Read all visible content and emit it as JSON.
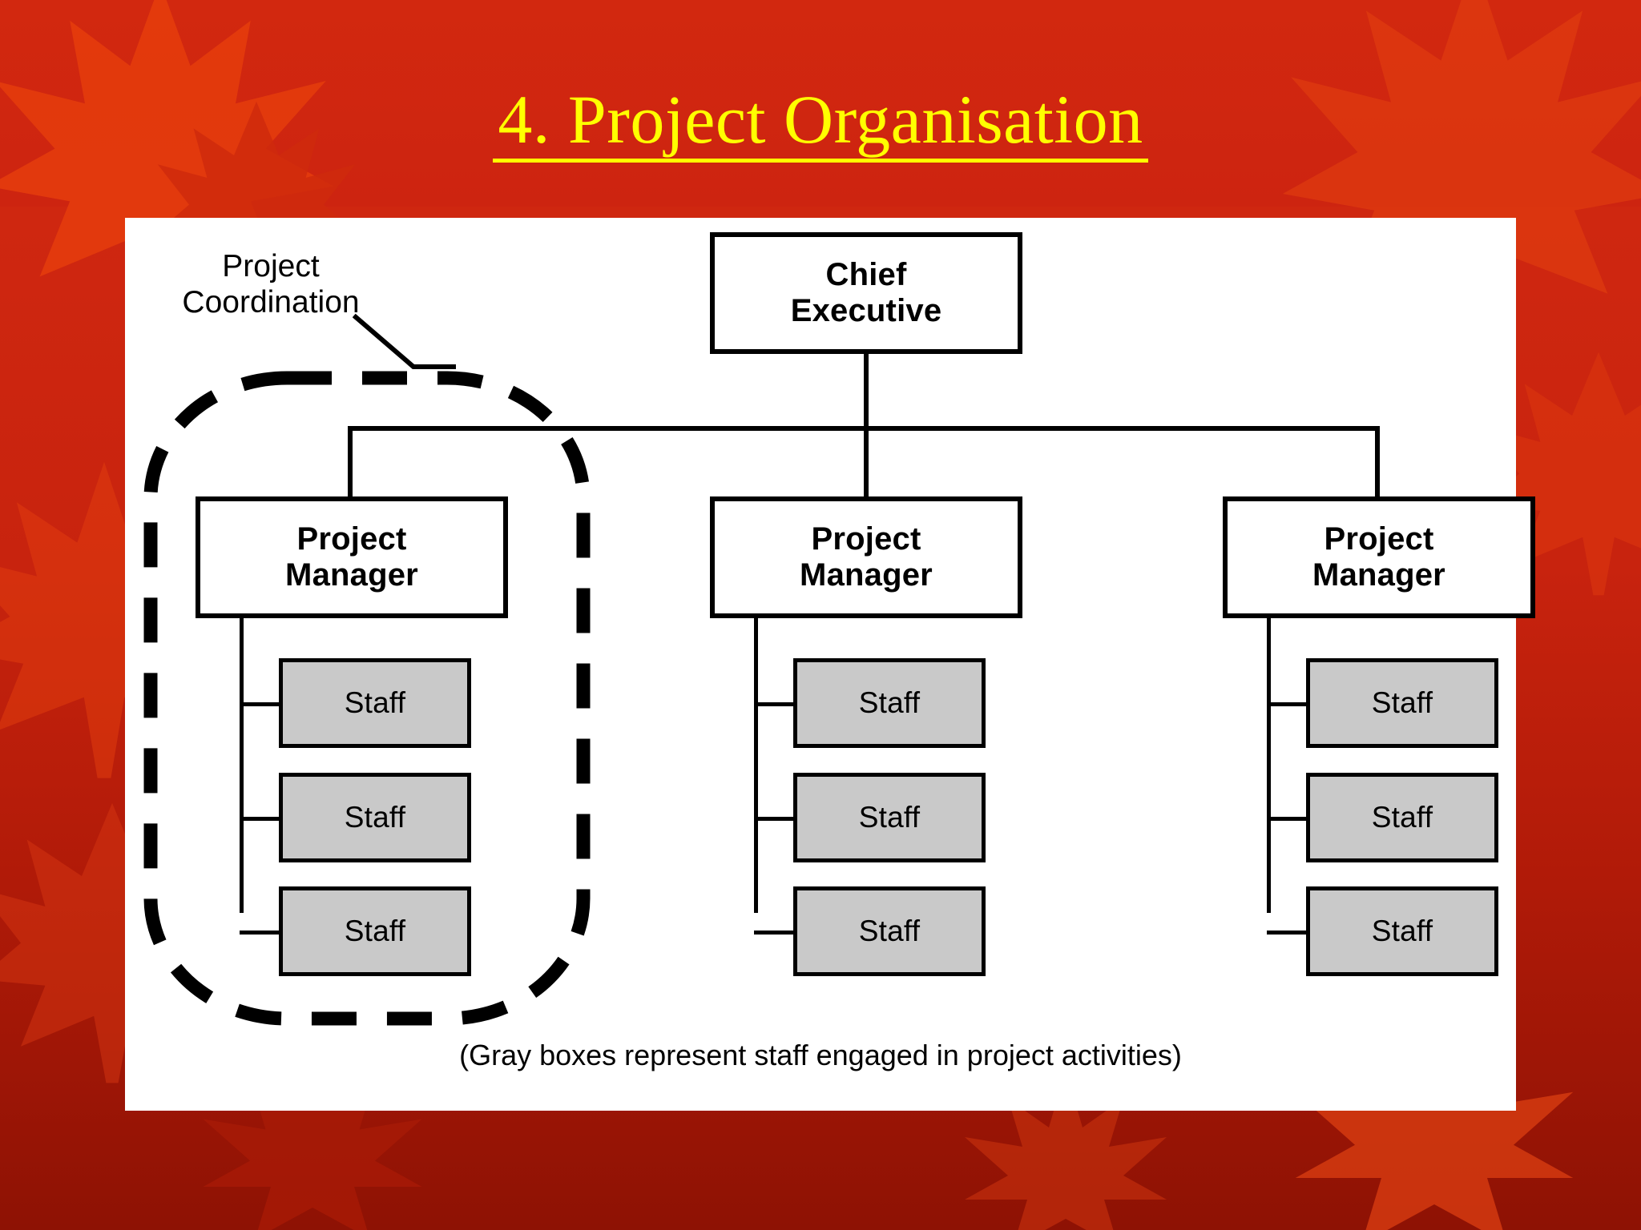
{
  "slide": {
    "title": "4. Project Organisation",
    "title_color": "#ffff00",
    "background_color": "#cc2310",
    "panel_color": "#ffffff"
  },
  "chart_data": {
    "type": "diagram",
    "diagram_kind": "organisation-chart",
    "title": "4. Project Organisation",
    "caption": "(Gray boxes represent staff engaged in project activities)",
    "annotation": {
      "label": "Project Coordination",
      "line1": "Project",
      "line2": "Coordination",
      "encloses_column": 1,
      "outline_style": "dashed-rounded-rectangle",
      "outline_color": "#000000"
    },
    "root": {
      "id": "chief-executive",
      "line1": "Chief",
      "line2": "Executive",
      "label": "Chief Executive",
      "style": {
        "fill": "#ffffff",
        "border": "#000000",
        "bold": true
      }
    },
    "columns": [
      {
        "id": "project-manager-1",
        "manager": {
          "line1": "Project",
          "line2": "Manager",
          "label": "Project Manager"
        },
        "staff": [
          {
            "label": "Staff"
          },
          {
            "label": "Staff"
          },
          {
            "label": "Staff"
          }
        ]
      },
      {
        "id": "project-manager-2",
        "manager": {
          "line1": "Project",
          "line2": "Manager",
          "label": "Project Manager"
        },
        "staff": [
          {
            "label": "Staff"
          },
          {
            "label": "Staff"
          },
          {
            "label": "Staff"
          }
        ]
      },
      {
        "id": "project-manager-3",
        "manager": {
          "line1": "Project",
          "line2": "Manager",
          "label": "Project Manager"
        },
        "staff": [
          {
            "label": "Staff"
          },
          {
            "label": "Staff"
          },
          {
            "label": "Staff"
          }
        ]
      }
    ],
    "legend": {
      "gray_box_meaning": "staff engaged in project activities",
      "gray_box_color": "#c9c9c9",
      "manager_box_color": "#ffffff"
    }
  }
}
